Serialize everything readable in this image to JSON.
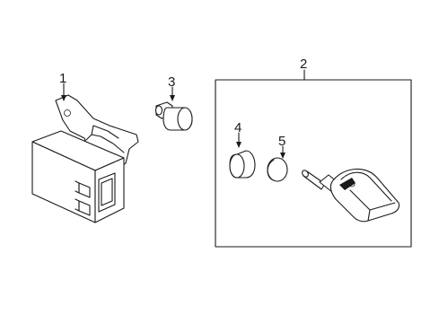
{
  "diagram": {
    "callouts": [
      {
        "id": "1",
        "text": "1"
      },
      {
        "id": "2",
        "text": "2"
      },
      {
        "id": "3",
        "text": "3"
      },
      {
        "id": "4",
        "text": "4"
      },
      {
        "id": "5",
        "text": "5"
      }
    ],
    "parts": [
      {
        "callout": "1",
        "name": "tpms-control-module-with-bracket"
      },
      {
        "callout": "2",
        "name": "tire-pressure-sensor-kit"
      },
      {
        "callout": "3",
        "name": "valve-cap-spacer"
      },
      {
        "callout": "4",
        "name": "grommet"
      },
      {
        "callout": "5",
        "name": "seal-washer"
      }
    ]
  }
}
